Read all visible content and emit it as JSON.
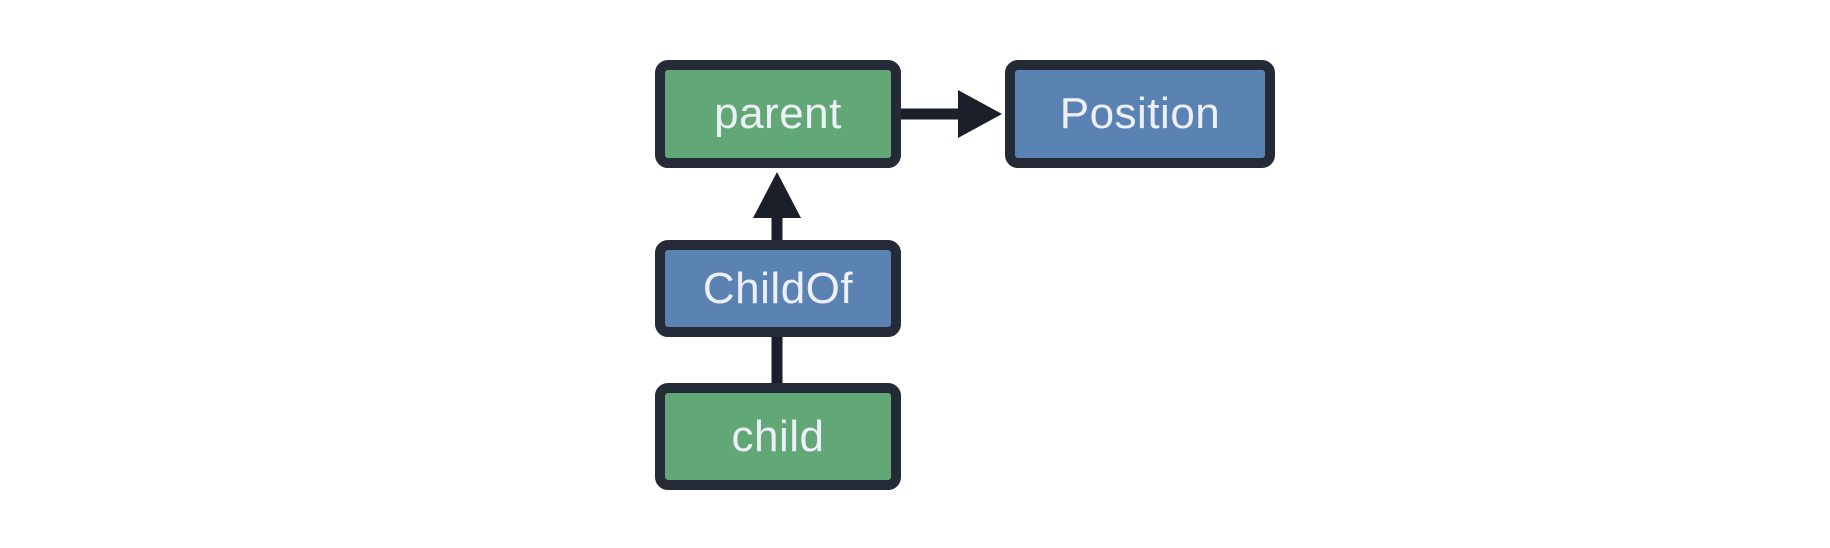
{
  "diagram": {
    "nodes": [
      {
        "id": "parent",
        "label": "parent",
        "color_key": "green"
      },
      {
        "id": "Position",
        "label": "Position",
        "color_key": "blue"
      },
      {
        "id": "ChildOf",
        "label": "ChildOf",
        "color_key": "blue"
      },
      {
        "id": "child",
        "label": "child",
        "color_key": "green"
      }
    ],
    "edges": [
      {
        "from": "parent",
        "to": "Position",
        "arrowhead": true,
        "direction": "right"
      },
      {
        "from": "ChildOf",
        "to": "parent",
        "arrowhead": true,
        "direction": "up"
      },
      {
        "from": "child",
        "to": "ChildOf",
        "arrowhead": false,
        "direction": "up"
      }
    ]
  },
  "colors": {
    "green": "#62a877",
    "blue": "#5a83b3",
    "border": "#242a36",
    "arrow": "#1b1f29",
    "text": "#eef0f8",
    "background": "#ffffff"
  }
}
